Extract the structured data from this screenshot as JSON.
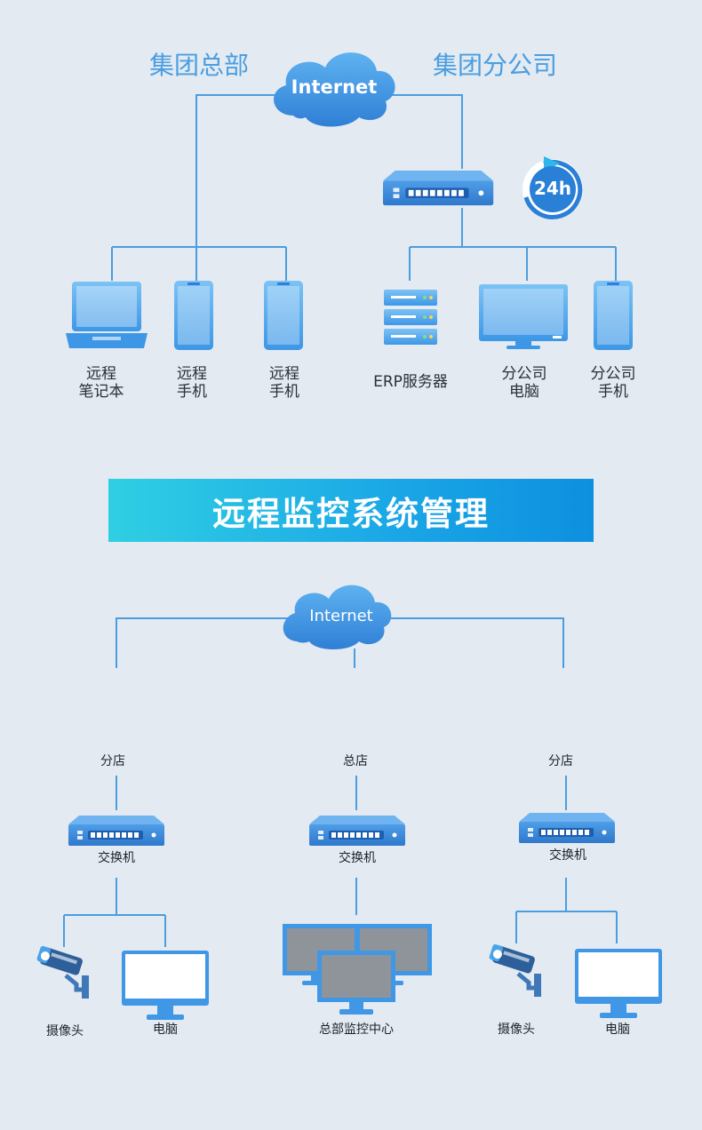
{
  "top": {
    "left_title": "集团总部",
    "right_title": "集团分公司",
    "cloud_label": "Internet",
    "badge_label": "24h",
    "devices": [
      {
        "line1": "远程",
        "line2": "笔记本"
      },
      {
        "line1": "远程",
        "line2": "手机"
      },
      {
        "line1": "远程",
        "line2": "手机"
      },
      {
        "line1": "ERP服务器",
        "line2": ""
      },
      {
        "line1": "分公司",
        "line2": "电脑"
      },
      {
        "line1": "分公司",
        "line2": "手机"
      }
    ]
  },
  "banner": {
    "title": "远程监控系统管理"
  },
  "bottom": {
    "cloud_label": "Internet",
    "branches": [
      {
        "name": "分店",
        "switch_label": "交换机",
        "items": [
          "摄像头",
          "电脑"
        ]
      },
      {
        "name": "总店",
        "switch_label": "交换机",
        "items": [
          "总部监控中心"
        ]
      },
      {
        "name": "分店",
        "switch_label": "交换机",
        "items": [
          "摄像头",
          "电脑"
        ]
      }
    ]
  },
  "colors": {
    "background": "#e3eaf2",
    "line": "#4a9ee0",
    "device_blue": "#4aa3e8",
    "cloud_blue": "#3f8fe0",
    "banner_start": "#2fcfe3",
    "banner_end": "#0d90df"
  }
}
